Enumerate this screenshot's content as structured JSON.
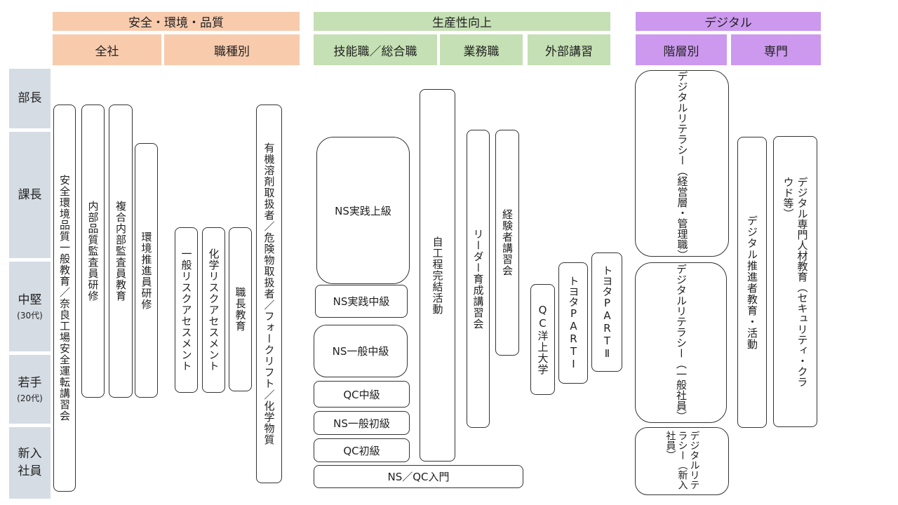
{
  "categories": {
    "safety": "安全・環境・品質",
    "productivity": "生産性向上",
    "digital": "デジタル"
  },
  "subcategories": {
    "all_company": "全社",
    "by_job": "職種別",
    "skilled_general": "技能職／総合職",
    "business": "業務職",
    "external": "外部講習",
    "by_layer": "階層別",
    "specialist": "専門"
  },
  "rows": {
    "manager": "部長",
    "section_chief": "課長",
    "mid": "中堅",
    "mid_age": "(30代)",
    "young": "若手",
    "young_age": "(20代)",
    "new1": "新入",
    "new2": "社員"
  },
  "programs": {
    "safety_general": "安全環境品質一般教育／奈良工場安全運転講習会",
    "internal_audit": "内部品質監査員研修",
    "composite_audit": "複合内部監査員教育",
    "env_promotion": "環境推進員研修",
    "general_risk": "一般リスクアセスメント",
    "chem_risk": "化学リスクアセスメント",
    "job_edu": "職長教育",
    "organic_solvent": "有機溶剤取扱者／危険物取扱者／フォークリフト／化学物質",
    "ns_adv": "NS実践上級",
    "ns_mid_practice": "NS実践中級",
    "ns_general_mid": "NS一般中級",
    "qc_mid": "QC中級",
    "ns_general_basic": "NS一般初級",
    "qc_basic": "QC初級",
    "ns_qc_intro": "NS／QC入門",
    "jishu": "自工程完結活動",
    "leader": "リーダー育成講習会",
    "experienced": "経験者講習会",
    "qc_univ": "QC洋上大学",
    "toyota1": "トヨタPARTⅠ",
    "toyota2": "トヨタPARTⅡ",
    "dl_mgmt": "デジタルリテラシー（経営層・管理職）",
    "dl_general": "デジタルリテラシー（一般社員）",
    "dl_new": "デジタルリテラシー（新入社員）",
    "digital_promo": "デジタル推進者教育・活動",
    "digital_pro": "デジタル専門人材教育（セキュリティ・クラウド等）"
  },
  "colors": {
    "safety": "#f8cbad",
    "productivity": "#c5e0b4",
    "digital": "#cc99ee",
    "row_label": "#d6dce4"
  }
}
